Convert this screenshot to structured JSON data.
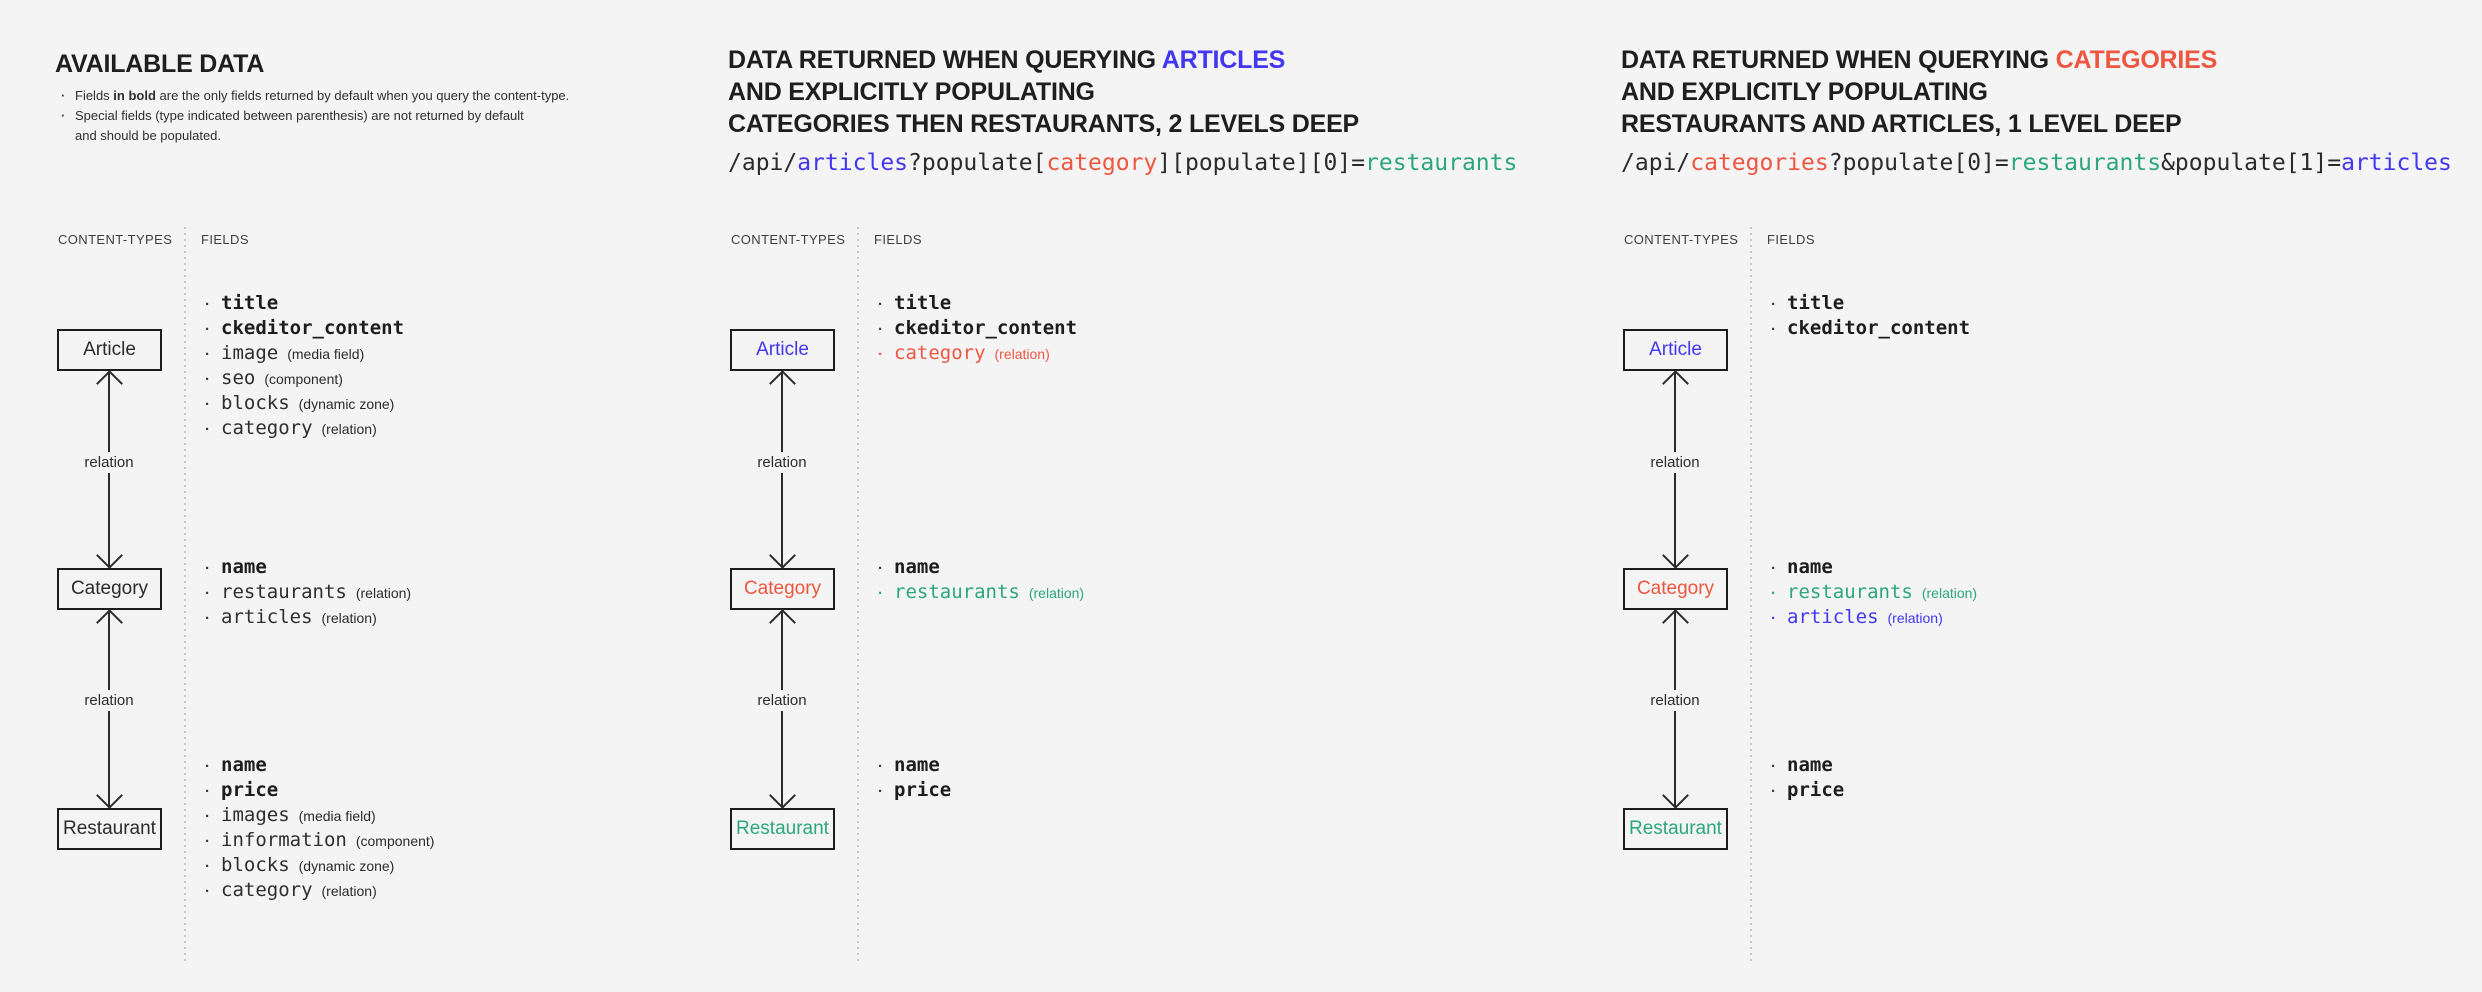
{
  "colors": {
    "background": "#f4f4f4",
    "dark_text": "#1e1e1e",
    "body_text": "#2b2b2b",
    "label_text": "#3d3d3d",
    "accent_blue": "#4236f0",
    "accent_red": "#ee5640",
    "accent_green": "#2ba67e",
    "divider_dots": "#c9c9c9"
  },
  "labels": {
    "content_types": "CONTENT-TYPES",
    "fields": "FIELDS",
    "relation": "relation"
  },
  "panels": [
    {
      "title": "AVAILABLE DATA",
      "notes": {
        "b1_pre": "Fields ",
        "b1_bold": "in bold",
        "b1_post": " are the only fields returned by default when you query the content-type.",
        "b2_line1": "Special fields (type indicated between parenthesis) are not returned by default",
        "b2_line2": "and should be populated."
      },
      "entities": [
        {
          "name": "Article",
          "color": "dark",
          "fields": [
            {
              "name": "title",
              "bold": true,
              "color": "dark"
            },
            {
              "name": "ckeditor_content",
              "bold": true,
              "color": "dark"
            },
            {
              "name": "image",
              "bold": false,
              "color": "dark",
              "type": "(media field)"
            },
            {
              "name": "seo",
              "bold": false,
              "color": "dark",
              "type": "(component)"
            },
            {
              "name": "blocks",
              "bold": false,
              "color": "dark",
              "type": "(dynamic zone)"
            },
            {
              "name": "category",
              "bold": false,
              "color": "dark",
              "type": "(relation)"
            }
          ]
        },
        {
          "name": "Category",
          "color": "dark",
          "fields": [
            {
              "name": "name",
              "bold": true,
              "color": "dark"
            },
            {
              "name": "restaurants",
              "bold": false,
              "color": "dark",
              "type": "(relation)"
            },
            {
              "name": "articles",
              "bold": false,
              "color": "dark",
              "type": "(relation)"
            }
          ]
        },
        {
          "name": "Restaurant",
          "color": "dark",
          "fields": [
            {
              "name": "name",
              "bold": true,
              "color": "dark"
            },
            {
              "name": "price",
              "bold": true,
              "color": "dark"
            },
            {
              "name": "images",
              "bold": false,
              "color": "dark",
              "type": "(media field)"
            },
            {
              "name": "information",
              "bold": false,
              "color": "dark",
              "type": "(component)"
            },
            {
              "name": "blocks",
              "bold": false,
              "color": "dark",
              "type": "(dynamic zone)"
            },
            {
              "name": "category",
              "bold": false,
              "color": "dark",
              "type": "(relation)"
            }
          ]
        }
      ]
    },
    {
      "title_line1_prefix": "DATA RETURNED WHEN QUERYING ",
      "title_line1_highlight": "ARTICLES",
      "title_line2": "AND EXPLICITLY POPULATING",
      "title_line3": "CATEGORIES THEN RESTAURANTS, 2 LEVELS DEEP",
      "url_segments": [
        {
          "text": "/api/",
          "color": "dark"
        },
        {
          "text": "articles",
          "color": "blue"
        },
        {
          "text": "?populate[",
          "color": "dark"
        },
        {
          "text": "category",
          "color": "red"
        },
        {
          "text": "][populate][0]=",
          "color": "dark"
        },
        {
          "text": "restaurants",
          "color": "green"
        }
      ],
      "entities": [
        {
          "name": "Article",
          "color": "blue",
          "fields": [
            {
              "name": "title",
              "bold": true,
              "color": "dark"
            },
            {
              "name": "ckeditor_content",
              "bold": true,
              "color": "dark"
            },
            {
              "name": "category",
              "bold": false,
              "color": "red",
              "type": "(relation)"
            }
          ]
        },
        {
          "name": "Category",
          "color": "red",
          "fields": [
            {
              "name": "name",
              "bold": true,
              "color": "dark"
            },
            {
              "name": "restaurants",
              "bold": false,
              "color": "green",
              "type": "(relation)"
            }
          ]
        },
        {
          "name": "Restaurant",
          "color": "green",
          "fields": [
            {
              "name": "name",
              "bold": true,
              "color": "dark"
            },
            {
              "name": "price",
              "bold": true,
              "color": "dark"
            }
          ]
        }
      ]
    },
    {
      "title_line1_prefix": "DATA RETURNED WHEN QUERYING ",
      "title_line1_highlight": "CATEGORIES",
      "title_line2": "AND EXPLICITLY POPULATING",
      "title_line3": "RESTAURANTS AND ARTICLES, 1 LEVEL DEEP",
      "url_segments": [
        {
          "text": "/api/",
          "color": "dark"
        },
        {
          "text": "categories",
          "color": "red"
        },
        {
          "text": "?populate[0]=",
          "color": "dark"
        },
        {
          "text": "restaurants",
          "color": "green"
        },
        {
          "text": "&populate[1]=",
          "color": "dark"
        },
        {
          "text": "articles",
          "color": "blue"
        }
      ],
      "entities": [
        {
          "name": "Article",
          "color": "blue",
          "fields": [
            {
              "name": "title",
              "bold": true,
              "color": "dark"
            },
            {
              "name": "ckeditor_content",
              "bold": true,
              "color": "dark"
            }
          ]
        },
        {
          "name": "Category",
          "color": "red",
          "fields": [
            {
              "name": "name",
              "bold": true,
              "color": "dark"
            },
            {
              "name": "restaurants",
              "bold": false,
              "color": "green",
              "type": "(relation)"
            },
            {
              "name": "articles",
              "bold": false,
              "color": "blue",
              "type": "(relation)"
            }
          ]
        },
        {
          "name": "Restaurant",
          "color": "green",
          "fields": [
            {
              "name": "name",
              "bold": true,
              "color": "dark"
            },
            {
              "name": "price",
              "bold": true,
              "color": "dark"
            }
          ]
        }
      ]
    }
  ]
}
